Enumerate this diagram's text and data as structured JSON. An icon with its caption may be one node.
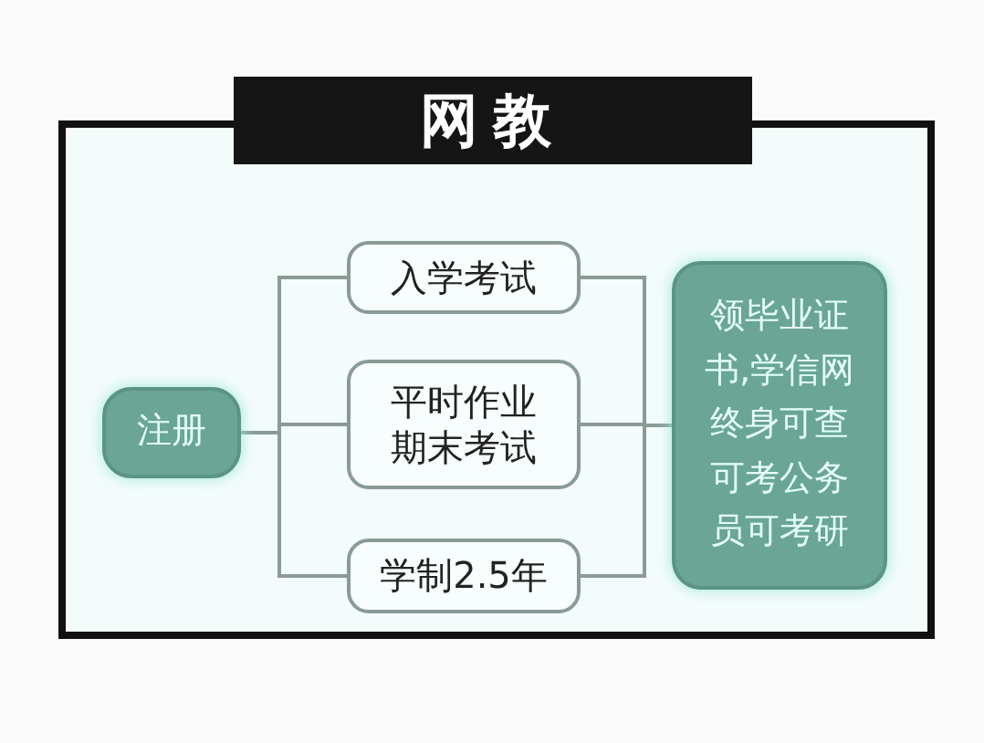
{
  "diagram": {
    "title": "网教",
    "nodes": [
      {
        "text": [
          "注册"
        ]
      },
      {
        "text": [
          "入学考试"
        ]
      },
      {
        "text": [
          "平时作业期末考试"
        ]
      },
      {
        "text": [
          "学制2.5年"
        ]
      },
      {
        "text": [
          "领毕业证书,学信网终身可查可考公务员可考研"
        ]
      }
    ],
    "edges": [
      {
        "from": 0,
        "to": 1,
        "arrow": "none"
      },
      {
        "from": 0,
        "to": 2,
        "arrow": "none"
      },
      {
        "from": 0,
        "to": 3,
        "arrow": "none"
      },
      {
        "from": 1,
        "to": 4,
        "arrow": "none"
      },
      {
        "from": 2,
        "to": 4,
        "arrow": "none"
      },
      {
        "from": 3,
        "to": 4,
        "arrow": "none"
      }
    ]
  }
}
